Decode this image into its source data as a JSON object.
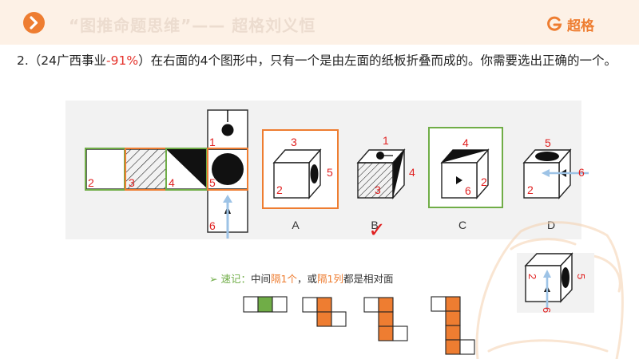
{
  "header": {
    "title": "“图推命题思维”—— 超格刘义恒",
    "brand_name": "超格"
  },
  "question": {
    "number": "2.",
    "source_open": "（24广西事业",
    "rate": "-91%",
    "source_close": "）",
    "text": "在右面的4个图形中，只有一个是由左面的纸板折叠而成的。你需要选出正确的一个。"
  },
  "net_labels": [
    "2",
    "3",
    "4",
    "1",
    "5",
    "6"
  ],
  "options": [
    {
      "letter": "A",
      "labels": [
        "3",
        "5",
        "2"
      ]
    },
    {
      "letter": "B",
      "labels": [
        "1",
        "4",
        "3"
      ]
    },
    {
      "letter": "C",
      "labels": [
        "4",
        "2",
        "6"
      ]
    },
    {
      "letter": "D",
      "labels": [
        "5",
        "6",
        "2"
      ]
    }
  ],
  "correct_mark": "✓",
  "tip": {
    "bullet": "➢",
    "label": "速记",
    "colon": "：",
    "t1": "中间",
    "t2": "隔1个",
    "t3": "，或",
    "t4": "隔1列",
    "t5": "都是相对面"
  },
  "side_cube_labels": [
    "2",
    "5",
    "6"
  ],
  "colors": {
    "accent": "#ee7d31",
    "green": "#70ad47",
    "red": "#e5312a",
    "blue_arrow": "#9dc3e6"
  }
}
